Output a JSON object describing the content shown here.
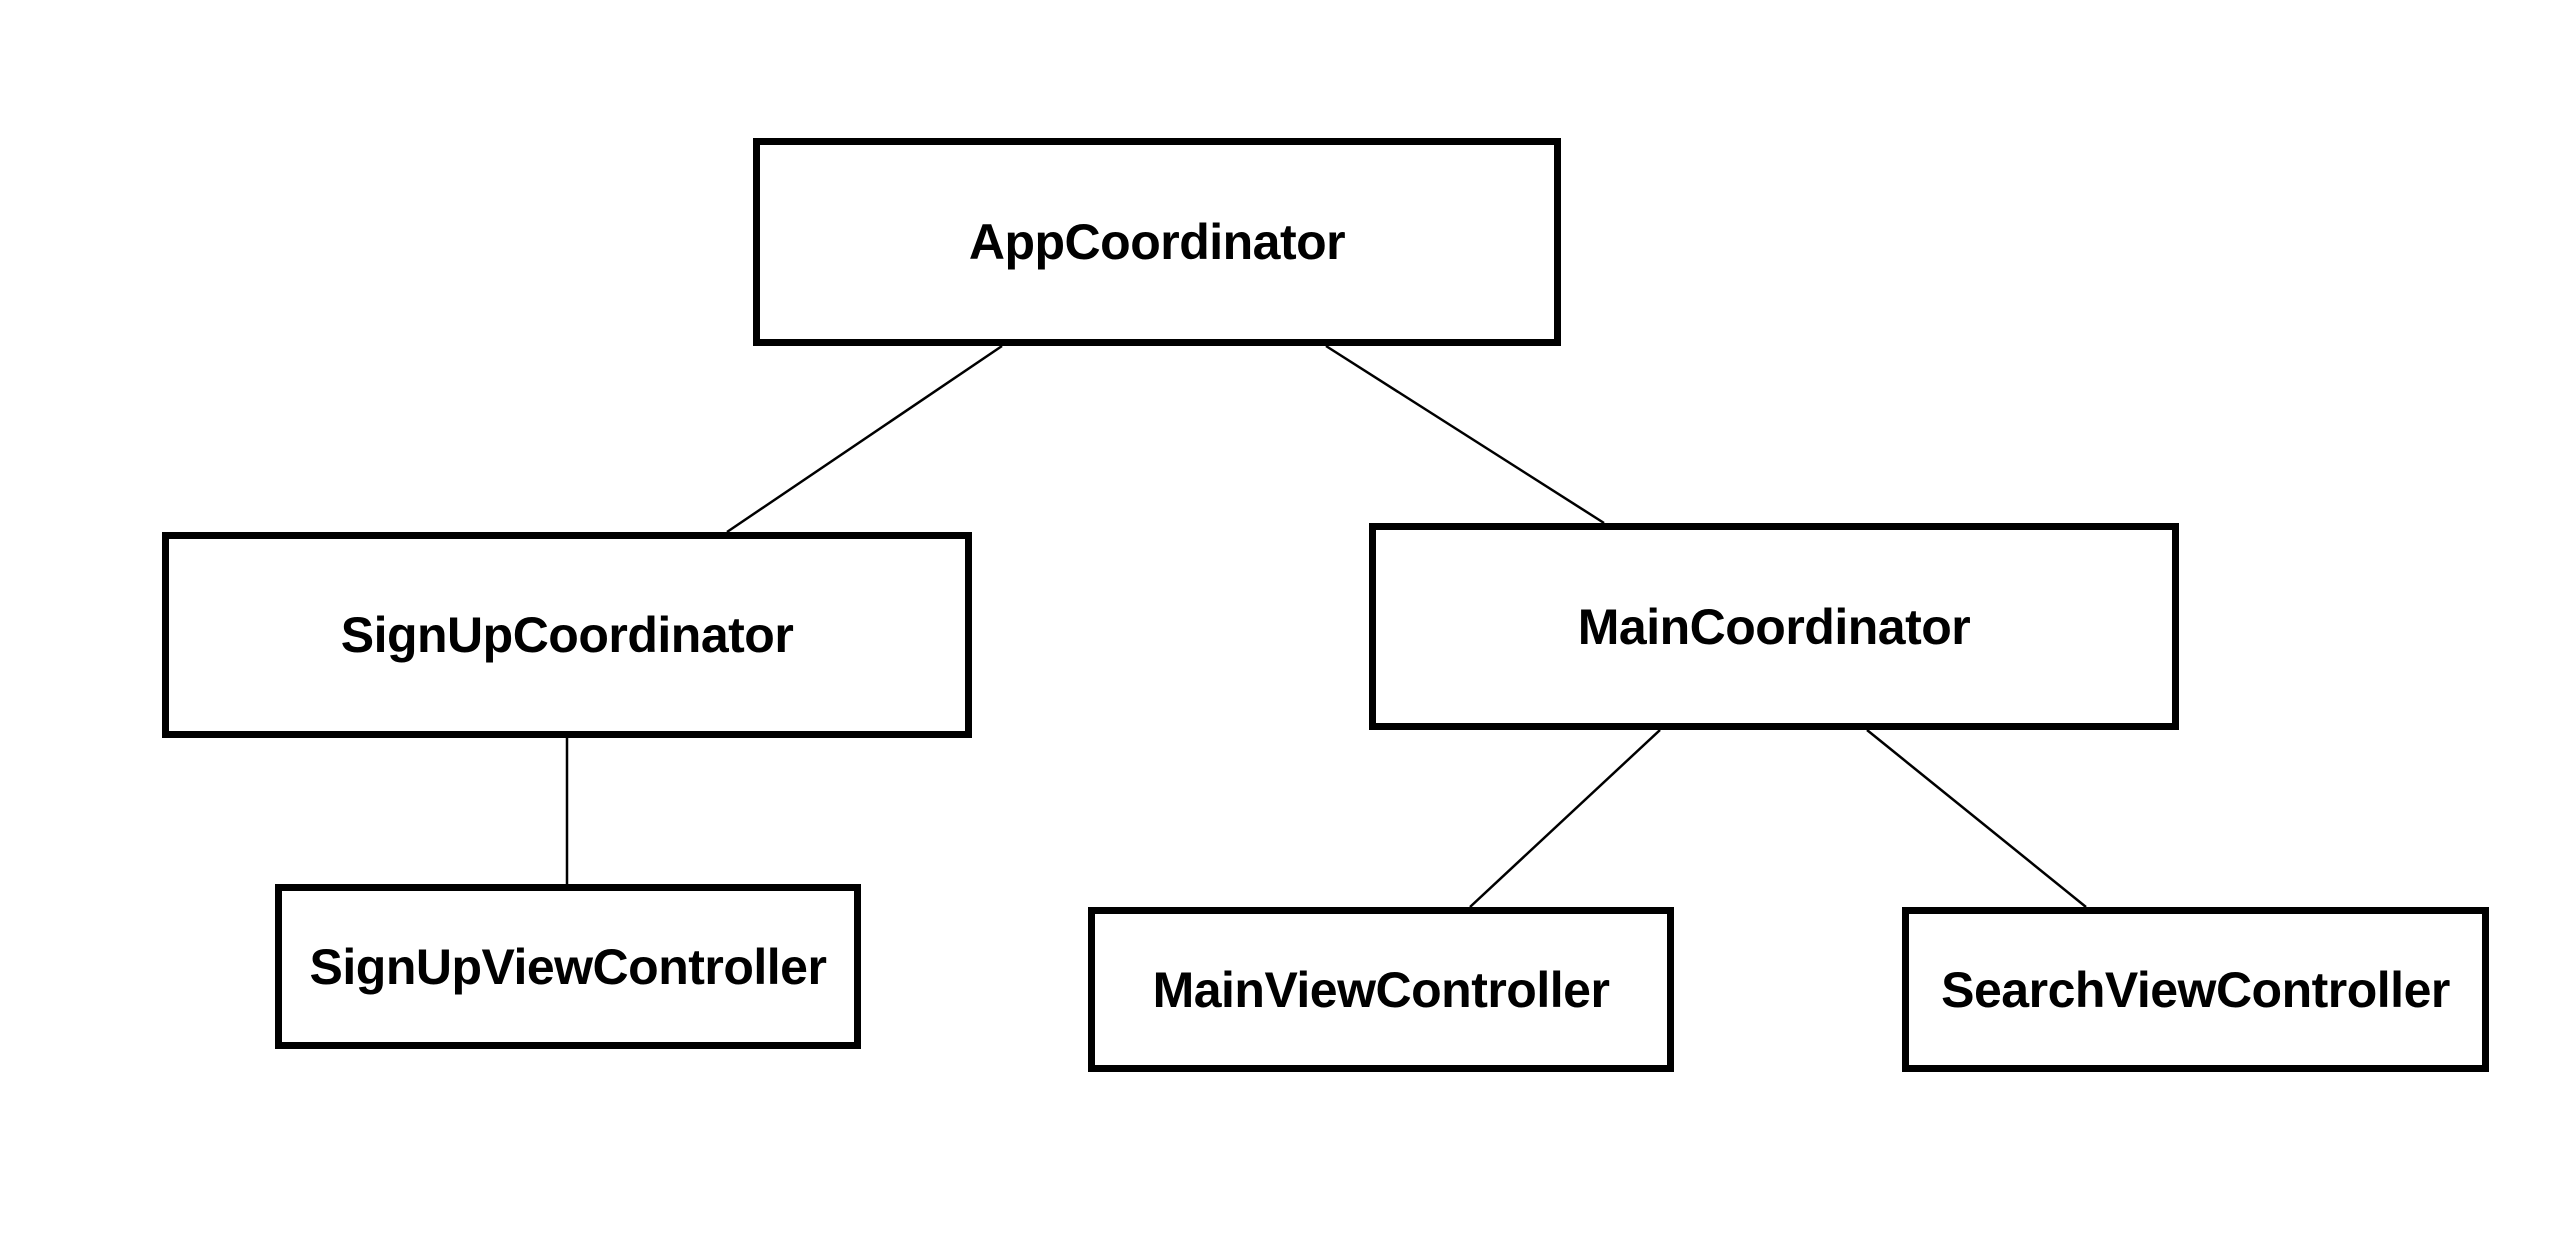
{
  "colors": {
    "background": "#ffffff",
    "stroke": "#000000",
    "text": "#000000"
  },
  "nodes": {
    "app_coordinator": "AppCoordinator",
    "signup_coordinator": "SignUpCoordinator",
    "main_coordinator": "MainCoordinator",
    "signup_view_controller": "SignUpViewController",
    "main_view_controller": "MainViewController",
    "search_view_controller": "SearchViewController"
  },
  "edges": [
    {
      "from": "app_coordinator",
      "to": "signup_coordinator"
    },
    {
      "from": "app_coordinator",
      "to": "main_coordinator"
    },
    {
      "from": "signup_coordinator",
      "to": "signup_view_controller"
    },
    {
      "from": "main_coordinator",
      "to": "main_view_controller"
    },
    {
      "from": "main_coordinator",
      "to": "search_view_controller"
    }
  ]
}
